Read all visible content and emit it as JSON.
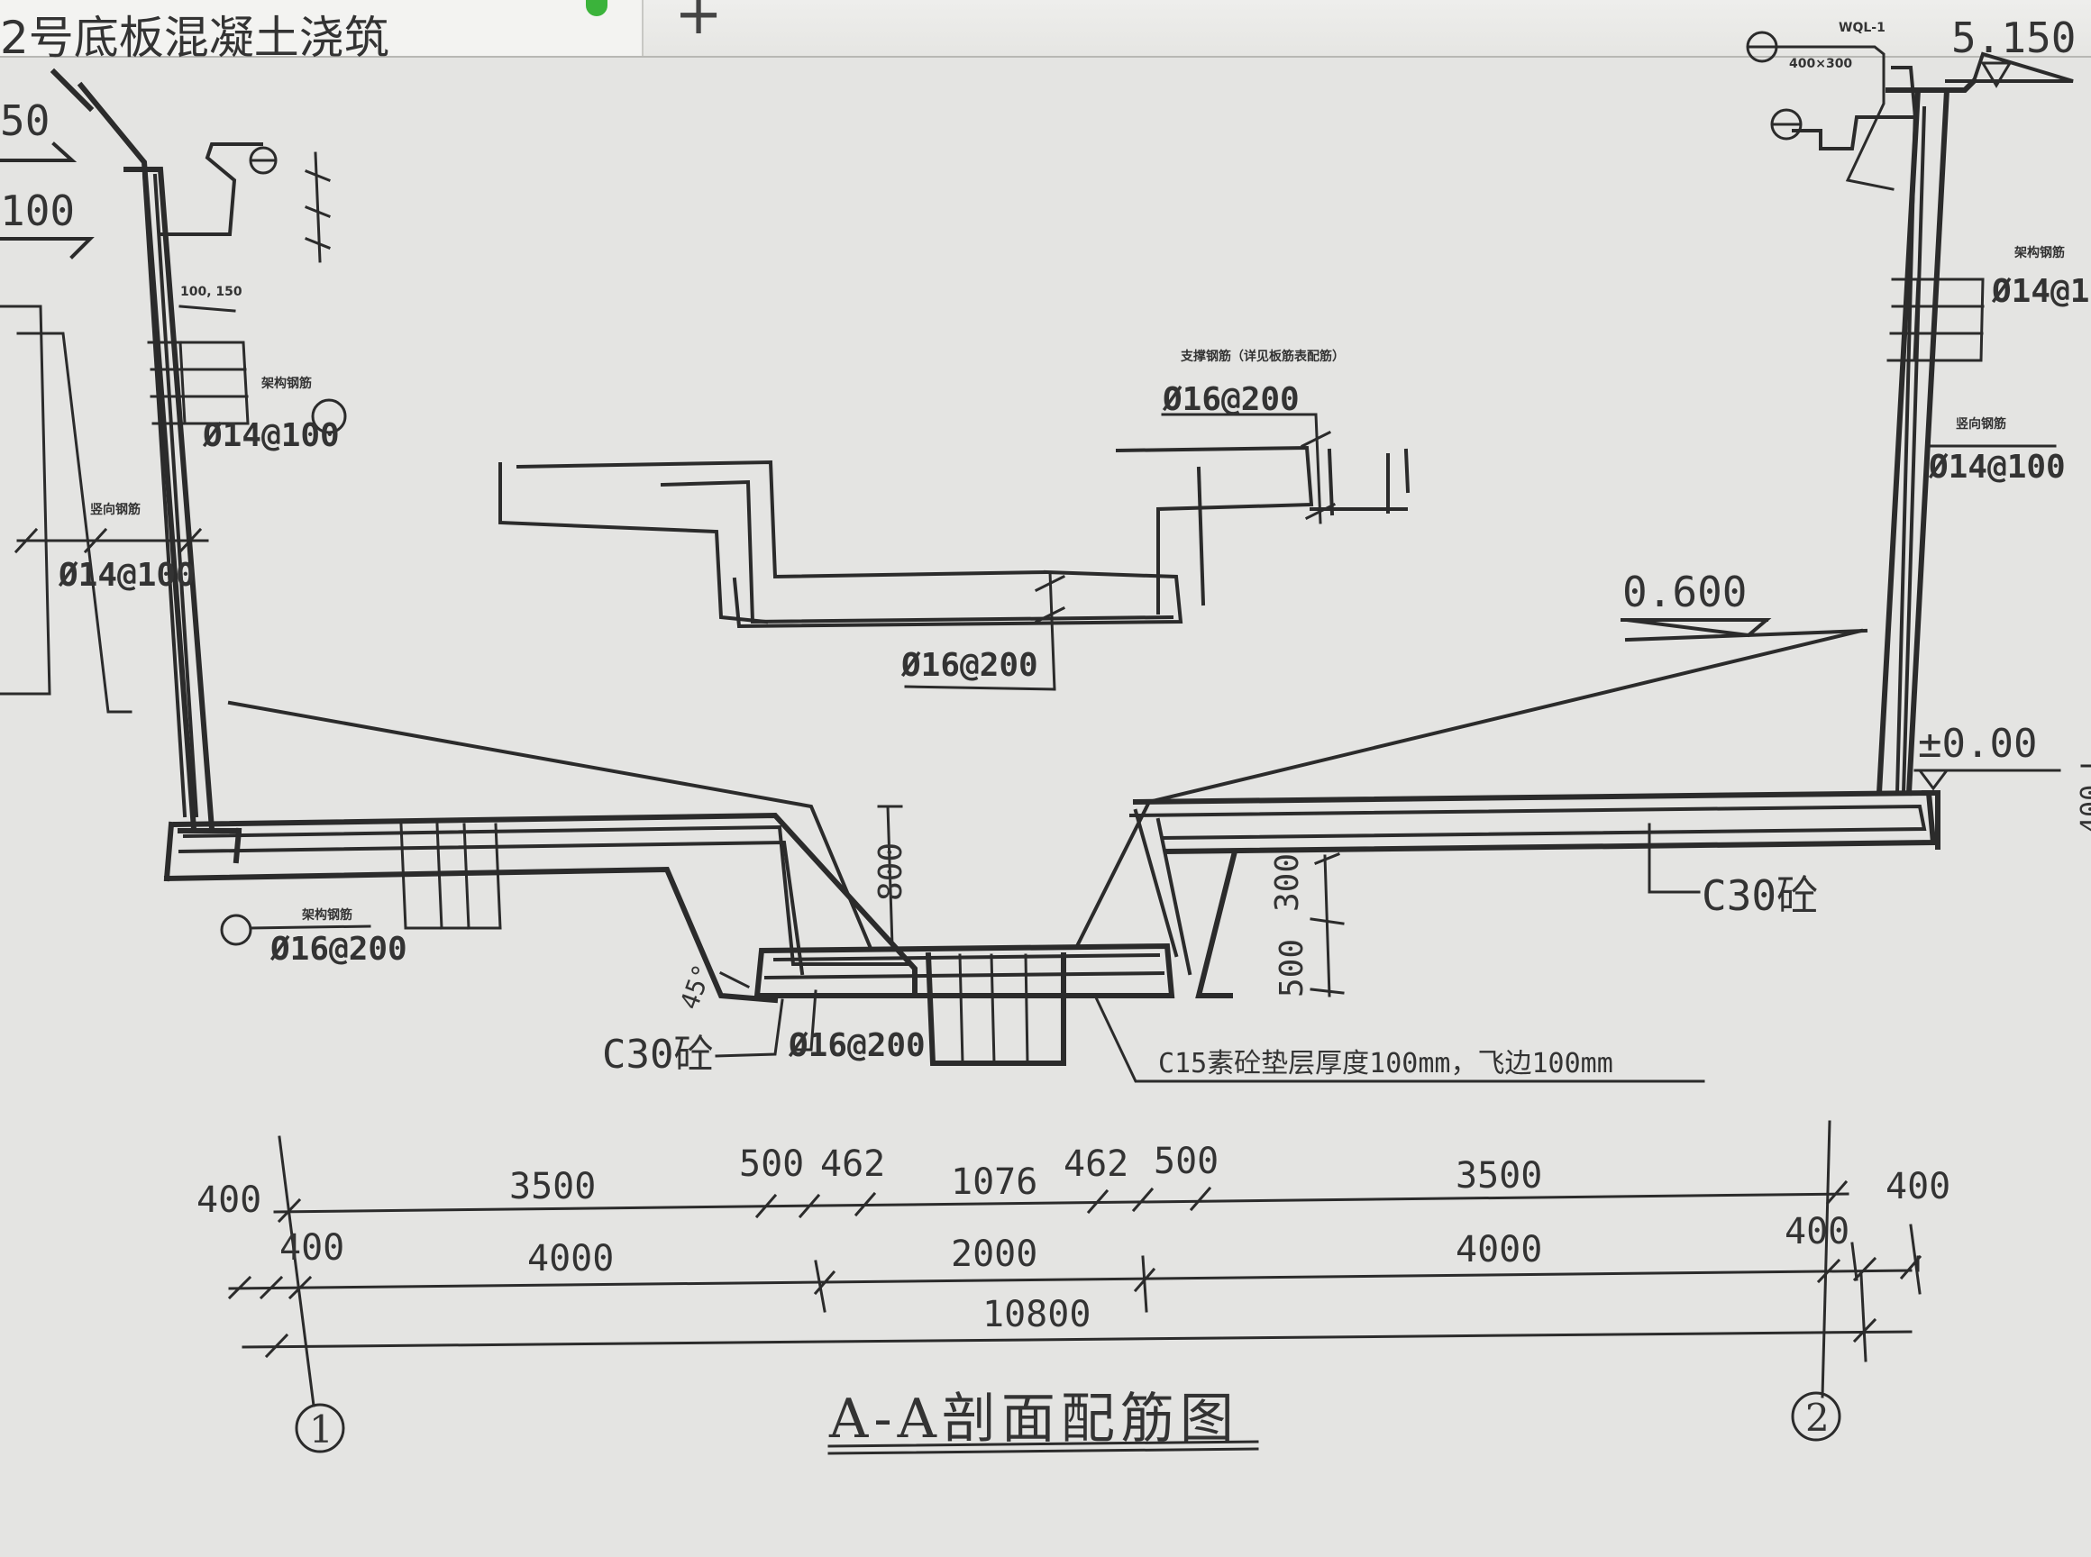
{
  "tab": {
    "title": "2号底板混凝土浇筑"
  },
  "drawing": {
    "title": "A-A剖面配筋图",
    "axes": [
      "1",
      "2"
    ],
    "elevations": [
      "5.150",
      "0.600",
      "±0.00",
      "50",
      "100"
    ],
    "rebar": {
      "r16_top": "Ø16@200",
      "r16_mid": "Ø16@200",
      "r16_left": "Ø16@200",
      "r16_bottom": "Ø16@200",
      "r14_left": "Ø14@100",
      "r14_leftwall": "Ø14@100",
      "r14_right": "Ø14@100",
      "r14_right_top": "Ø14@1"
    },
    "concrete": {
      "c30_right": "C30砼",
      "c30_left": "C30砼",
      "c15_note": "C15素砼垫层厚度100mm，飞边100mm"
    },
    "misc": {
      "angle": "45°",
      "depth_800": "800",
      "depth_300": "300",
      "depth_500": "500",
      "edge_400": "400"
    },
    "small_notes": {
      "support": "支撑钢筋（详见板筋表配筋）",
      "dist_left": "架构钢筋",
      "dist_left2": "竖向钢筋",
      "dist_bottom": "架构钢筋",
      "dist_right": "架构钢筋",
      "dist_right2": "竖向钢筋",
      "wall_code": "WQL-1",
      "wall_size": "400×300",
      "spacing_left": "100, 150"
    },
    "dims_row1": [
      "400",
      "3500",
      "500",
      "462",
      "1076",
      "462",
      "500",
      "3500",
      "400"
    ],
    "dims_row2": [
      "400",
      "4000",
      "2000",
      "4000",
      "400"
    ],
    "dims_total": "10800"
  }
}
